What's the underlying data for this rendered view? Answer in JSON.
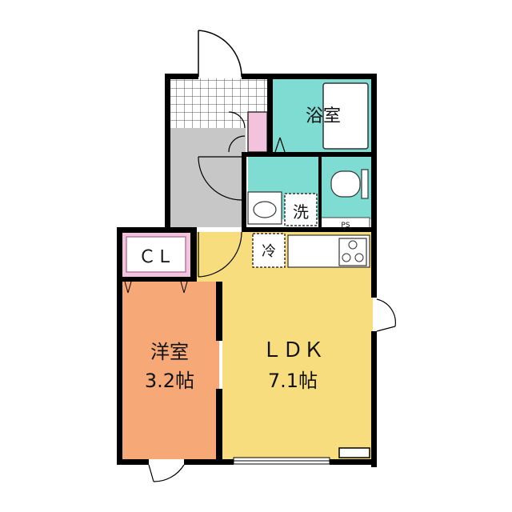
{
  "rooms": {
    "bath": {
      "label": "浴室"
    },
    "washroom": {
      "label": "洗"
    },
    "fridge": {
      "label": "冷"
    },
    "closet": {
      "label": "ＣＬ"
    },
    "western": {
      "label": "洋室",
      "size": "3.2帖"
    },
    "ldk": {
      "label": "ＬＤＫ",
      "size": "7.1帖"
    },
    "pipe_space": {
      "label": "PS"
    }
  },
  "colors": {
    "ldk": "#f7dd7d",
    "western": "#f6a877",
    "bath": "#7fdcd3",
    "closet": "#f3c3dd",
    "entrance_floor": "#c7c7c7",
    "wall": "#000000"
  }
}
